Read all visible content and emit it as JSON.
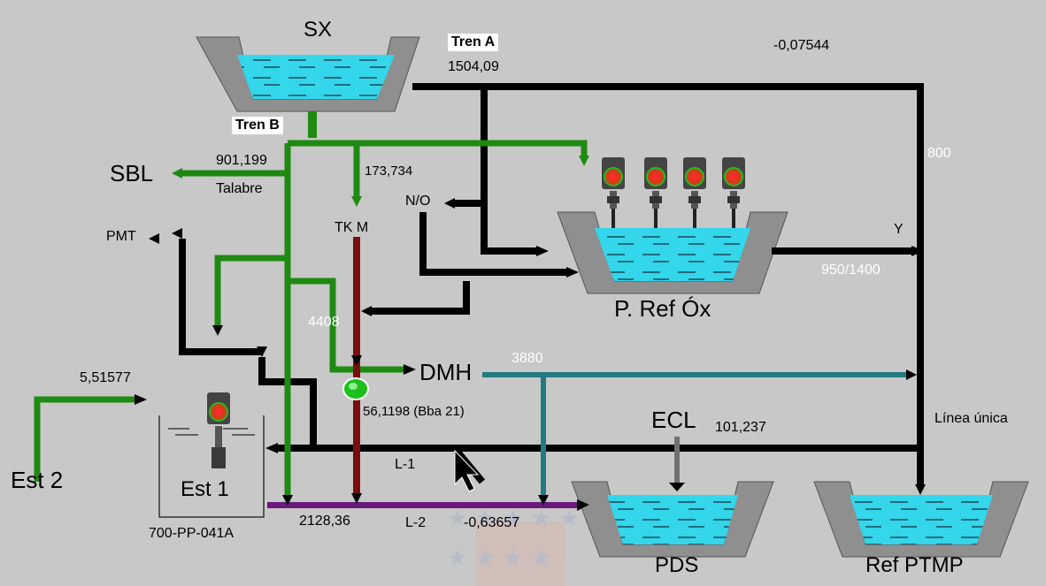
{
  "tanks": {
    "sx": "SX",
    "p_ref_ox": "P. Ref Óx",
    "pds": "PDS",
    "ref_ptmp": "Ref PTMP",
    "est1": "Est 1",
    "est1_pump_tag": "700-PP-041A"
  },
  "labels": {
    "tren_a": "Tren A",
    "tren_b": "Tren B",
    "sbl": "SBL",
    "talabre": "Talabre",
    "pmt": "PMT",
    "n_o": "N/O",
    "tk_m": "TK M",
    "dmh": "DMH",
    "ecl": "ECL",
    "est2": "Est 2",
    "y": "Y",
    "linea_unica": "Línea única",
    "l1": "L-1",
    "l2": "L-2"
  },
  "values": {
    "tren_a_flow": "1504,09",
    "top_right": "-0,07544",
    "sbl_flow": "901,199",
    "tkm_feed": "173,734",
    "v800": "800",
    "v4408": "4408",
    "v3880": "3880",
    "ratio": "950/1400",
    "est2_flow": "5,51577",
    "bba21": "56,1198 (Bba 21)",
    "ecl_flow": "101,237",
    "l2_flow": "2128,36",
    "l2_neg": "-0,63657"
  },
  "colors": {
    "background": "#c8c8c8",
    "pipe_black": "#000000",
    "pipe_green": "#1f8a12",
    "pipe_maroon": "#7a0d0d",
    "pipe_teal": "#237a80",
    "pipe_purple": "#6a1a7a",
    "liquid": "#33d6ea",
    "tank_wall": "#8f8f8f",
    "pump_on": "#1ec01e"
  },
  "icons": {
    "agitators": [
      "agitator-motor-icon",
      "agitator-motor-icon",
      "agitator-motor-icon",
      "agitator-motor-icon",
      "agitator-motor-icon"
    ],
    "pump": "pump-running-icon",
    "cursor": "mouse-pointer-icon",
    "watermark": "university-crest-watermark"
  }
}
